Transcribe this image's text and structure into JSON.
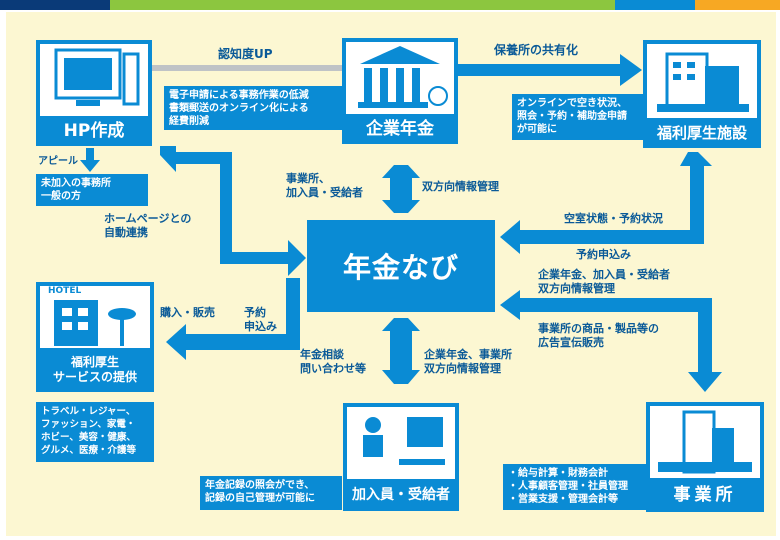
{
  "colors": {
    "primary": "#0a8bd4",
    "background": "#fcf7d2",
    "label_text": "#0a5a98",
    "bar_segments": [
      "#0a3a78",
      "#8cc63f",
      "#0a8bd4",
      "#f7a823"
    ]
  },
  "nodes": {
    "center": "年金なび",
    "hp": "HP作成",
    "kigyo": "企業年金",
    "fukuri_shisetsu": "福利厚生施設",
    "fukuri_service": "福利厚生\nサービスの提供",
    "kanyusha": "加入員・受給者",
    "jigyosho": "事業所",
    "hotel_sign": "HOTEL"
  },
  "boxes": {
    "kigyo_cost": "電子申請による事務作業の低減\n書類郵送のオンライン化による\n経費削減",
    "shisetsu_online": "オンラインで空き状況、\n照会・予約・補助金申請\nが可能に",
    "mikanyu": "未加入の事務所\n一般の方",
    "services": "トラベル・レジャー、\nファッション、家電・\nホビー、美容・健康、\nグルメ、医療・介護等",
    "kiroku": "年金記録の照会ができ、\n記録の自己管理が可能に",
    "jigyosho_list": "・給与計算・財務会計\n・人事顧客管理・社員管理\n・営業支援・管理会計等"
  },
  "labels": {
    "ninchido": "認知度UP",
    "hoyosho": "保養所の共有化",
    "appeal": "アピール",
    "jigyosho_kanyuin": "事業所、\n加入員・受給者",
    "sohoko1": "双方向情報管理",
    "homepage": "ホームページとの\n自動連携",
    "kushitsu": "空室状態・予約状況",
    "yoyaku_moushikomi": "予約申込み",
    "kigyonenkin_kanyuin": "企業年金、加入員・受給者\n双方向情報管理",
    "shohin": "事業所の商品・製品等の\n広告宣伝販売",
    "konyu": "購入・販売",
    "yoyaku2": "予約\n申込み",
    "soudan": "年金相談\n問い合わせ等",
    "kigyonenkin_jigyosho": "企業年金、事業所\n双方向情報管理"
  }
}
